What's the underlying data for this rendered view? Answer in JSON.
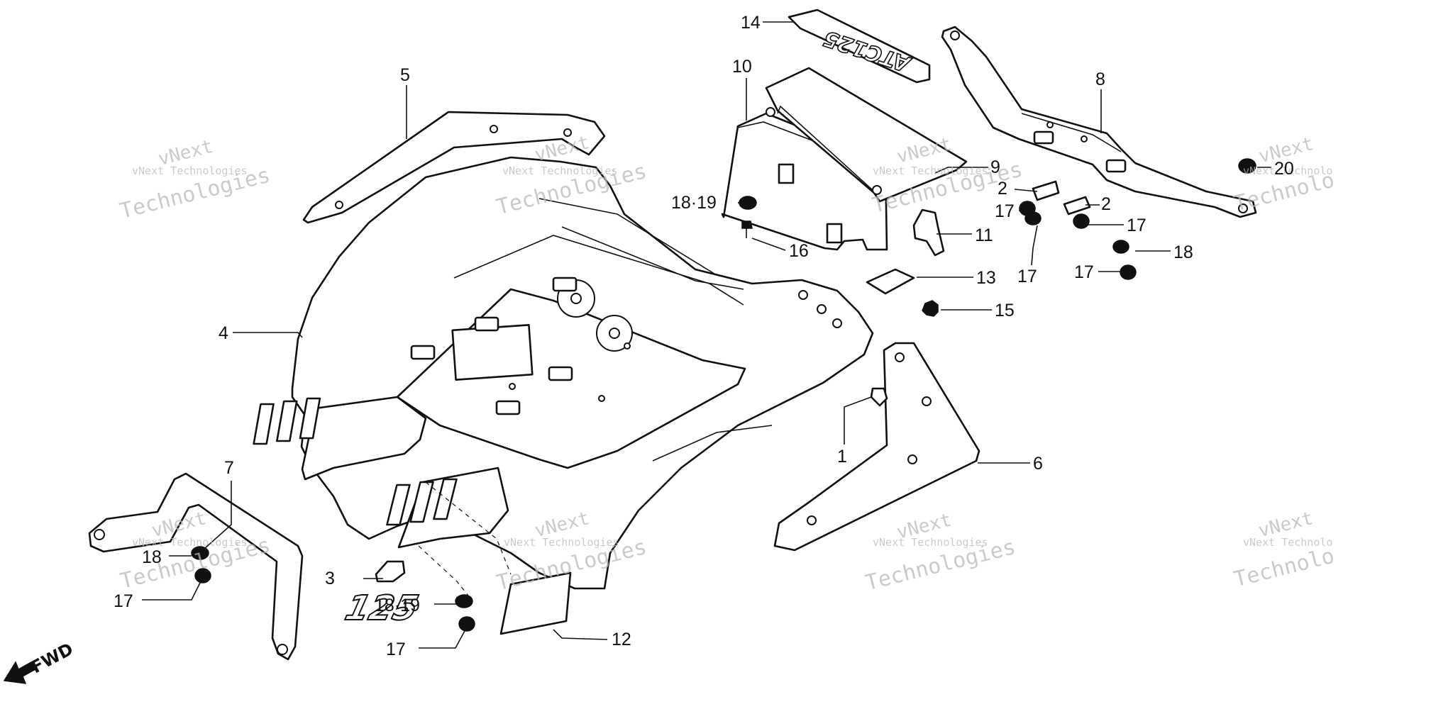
{
  "callouts": {
    "c1": "1",
    "c2a": "2",
    "c2b": "2",
    "c3": "3",
    "c4": "4",
    "c5": "5",
    "c6": "6",
    "c7": "7",
    "c8": "8",
    "c9": "9",
    "c10": "10",
    "c11": "11",
    "c12": "12",
    "c13": "13",
    "c14": "14",
    "c15": "15",
    "c16": "16",
    "c17a": "17",
    "c17b": "17",
    "c17c": "17",
    "c17d": "17",
    "c17e": "17",
    "c17f": "17",
    "c17g": "17",
    "c18a": "18",
    "c18b": "18",
    "c1819a": "18·19",
    "c1819b": "18·19",
    "c20": "20"
  },
  "emblems": {
    "model_decal": "ATC125",
    "number_decal": "125"
  },
  "direction": {
    "fwd": "FWD"
  },
  "watermark": {
    "line1": "vNext",
    "line2": "vNext Technologies",
    "line3": "Technologies",
    "partial2": "vNext Technolo",
    "partial3": "Technolo"
  }
}
